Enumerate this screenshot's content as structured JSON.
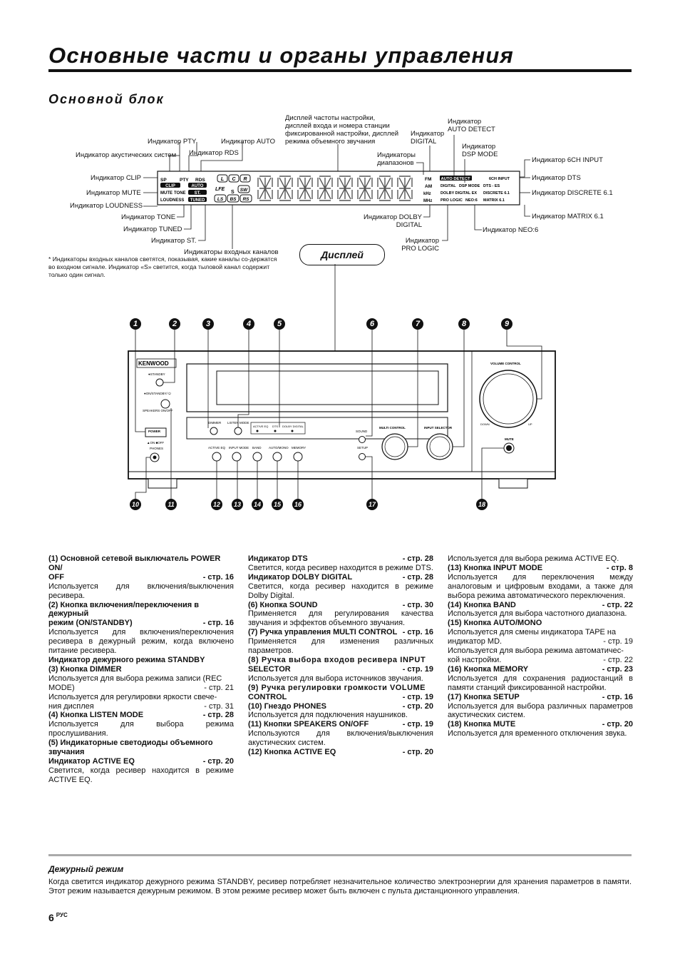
{
  "page": {
    "title": "Основные части и органы управления",
    "section": "Основной блок",
    "page_number": "6",
    "page_lang": "РУС"
  },
  "display_labels": {
    "pty": "Индикатор PTY",
    "auto": "Индикатор AUTO",
    "rds": "Индикатор RDS",
    "speakers": "Индикатор акустических систем",
    "clip": "Индикатор CLIP",
    "mute": "Индикатор MUTE",
    "loudness": "Индикатор LOUDNESS",
    "tone": "Индикатор TONE",
    "tuned": "Индикатор TUNED",
    "st": "Индикатор ST.",
    "input_channels": "Индикаторы входных каналов",
    "freq_display": [
      "Дисплей частоты настройки,",
      "дисплей входа и номера станции",
      "фиксированной настройки, дисплей",
      "режима объемного звучания"
    ],
    "digital": [
      "Индикатор",
      "DIGITAL"
    ],
    "ranges": [
      "Индикаторы",
      "диапазонов"
    ],
    "auto_detect": [
      "Индикатор",
      "AUTO DETECT"
    ],
    "dsp_mode": [
      "Индикатор",
      "DSP MODE"
    ],
    "ch6_input": "Индикатор 6CH INPUT",
    "dts": "Индикатор DTS",
    "discrete": "Индикатор DISCRETE 6.1",
    "matrix": "Индикатор MATRIX 6.1",
    "neo": "Индикатор NEO:6",
    "dolby_digital": [
      "Индикатор DOLBY",
      "DIGITAL"
    ],
    "pro_logic": [
      "Индикатор",
      "PRO LOGIC"
    ]
  },
  "note": "* Индикаторы входных каналов светятся, показывая, какие каналы со-держатся во входном сигнале. Индикатор «S» светится, когда тыловой канал содержит только один сигнал.",
  "display_callout": "Дисплей",
  "lcd": {
    "sp": "SP",
    "pty": "PTY",
    "rds": "RDS",
    "clip": "CLIP",
    "auto": "AUTO",
    "mute": "MUTE",
    "tone": "TONE",
    "st": "ST.",
    "loudness": "LOUDNESS",
    "tuned": "TUNED",
    "l": "L",
    "c": "C",
    "r": "R",
    "lfe": "LFE",
    "s": "S",
    "sw": "SW",
    "ls": "LS",
    "bs": "BS",
    "rs": "RS",
    "fm": "FM",
    "am": "AM",
    "khz": "kHz",
    "mhz": "MHz",
    "auto_detect": "AUTO DETECT",
    "digital": "DIGITAL",
    "dsp_mode": "DSP MODE",
    "dolby_digital_ex": "DOLBY DIGITAL EX",
    "pro_logic": "PRO LOGIC",
    "neo6": "NEO:6",
    "ch6_input": "6CH INPUT",
    "dts_es": "DTS - ES",
    "discrete": "DISCRETE 6.1",
    "matrix": "MATRIX 6.1"
  },
  "panel": {
    "brand": "KENWOOD",
    "standby": "●STANDBY",
    "on_standby": "●ON/STANDBY/ ⏻",
    "speakers_onoff": "SPEAKERS ON/OFF",
    "power": "POWER",
    "on_off": "▲ON ■OFF",
    "phones": "PHONES",
    "dimmer": "DIMMER",
    "listen_mode": "LISTEN MODE",
    "active_eq_led": "ACTIVE EQ",
    "dts_led": "DTS",
    "dolby_led": "DOLBY DIGITAL",
    "active_eq": "ACTIVE EQ",
    "input_mode": "INPUT MODE",
    "band": "BAND",
    "auto_mono": "AUTO/MONO",
    "memory": "MEMORY",
    "sound": "SOUND",
    "setup": "SETUP",
    "multi_control": "MULTI CONTROL",
    "input_selector": "INPUT SELECTOR",
    "volume_control": "VOLUME CONTROL",
    "down": "DOWN",
    "up": "UP",
    "mute": "MUTE"
  },
  "callouts_top": [
    "1",
    "2",
    "3",
    "4",
    "5",
    "6",
    "7",
    "8",
    "9"
  ],
  "callouts_bottom": [
    "10",
    "11",
    "12",
    "13",
    "14",
    "15",
    "16",
    "17",
    "18"
  ],
  "desc": {
    "i1_title": [
      "(1) Основной сетевой выключатель POWER ON/",
      "OFF",
      "- стр. 16"
    ],
    "i1_text": "Используется для включения/выключения ресивера.",
    "i2_title": [
      "(2) Кнопка включения/переключения в дежурный",
      "режим (ON/STANDBY)",
      "- стр. 16"
    ],
    "i2_text": "Используется для включения/переключения ресивера в дежурный режим, когда включено питание ресивера.",
    "i2b": "Индикатор дежурного режима STANDBY",
    "i3_title": "(3) Кнопка DIMMER",
    "i3_text1": [
      "Используется для выбора режима записи (REC",
      "MODE)",
      "- стр. 21"
    ],
    "i3_text2": [
      "Используется для регулировки яркости свече-",
      "ния дисплея",
      "- стр. 31"
    ],
    "i4_title": [
      "(4) Кнопка LISTEN MODE",
      "- стр. 28"
    ],
    "i4_text": "Используется для выбора режима прослушивания.",
    "i5_title": "(5) Индикаторные светодиоды объемного звучания",
    "i5b_title": [
      "Индикатор ACTIVE EQ",
      "- стр. 20"
    ],
    "i5b_text": "Светится, когда ресивер находится в режиме ACTIVE EQ.",
    "i5c_title": [
      "Индикатор DTS",
      "- стр. 28"
    ],
    "i5c_text": "Светится, когда ресивер находится в режиме DTS.",
    "i5d_title": [
      "Индикатор DOLBY DIGITAL",
      "- стр. 28"
    ],
    "i5d_text": "Светится, когда ресивер находится в режиме Dolby Digital.",
    "i6_title": [
      "(6) Кнопка SOUND",
      "- стр. 30"
    ],
    "i6_text": "Применяется для регулирования качества звучания и эффектов объемного звучания.",
    "i7_title": [
      "(7) Ручка управления MULTI CONTROL",
      "- стр. 16"
    ],
    "i7_text": "Применяется для изменения различных параметров.",
    "i8_title": [
      "(8) Ручка выбора входов ресивера INPUT",
      "SELECTOR",
      "- стр. 19"
    ],
    "i8_text": "Используется для выбора источников звучания.",
    "i9_title": [
      "(9) Ручка регулировки громкости VOLUME",
      "CONTROL",
      "- стр. 19"
    ],
    "i10_title": [
      "(10) Гнездо PHONES",
      "- стр. 20"
    ],
    "i10_text": "Используется для подключения наушников.",
    "i11_title": [
      "(11) Кнопки SPEAKERS ON/OFF",
      "- стр. 19"
    ],
    "i11_text": "Используются для включения/выключения акустических систем.",
    "i12_title": [
      "(12) Кнопка ACTIVE EQ",
      "- стр. 20"
    ],
    "i12_text": "Используется для выбора режима ACTIVE EQ.",
    "i13_title": [
      "(13) Кнопка INPUT MODE",
      "- стр. 8"
    ],
    "i13_text": "Используется для переключения между аналоговым и цифровым входами, а также для выбора режима автоматического переключения.",
    "i14_title": [
      "(14) Кнопка BAND",
      "- стр. 22"
    ],
    "i14_text": "Используется для выбора частотного диапазона.",
    "i15_title": "(15) Кнопка AUTO/MONO",
    "i15_text1": [
      "Используется для смены индикатора TAPE на",
      "индикатор MD.",
      "- стр. 19"
    ],
    "i15_text2": [
      "Используется для выбора режима автоматичес-",
      "кой настройки.",
      "- стр. 22"
    ],
    "i16_title": [
      "(16) Кнопка MEMORY",
      "- стр. 23"
    ],
    "i16_text": "Используется для сохранения радиостанций в памяти станций фиксированной настройки.",
    "i17_title": [
      "(17) Кнопка SETUP",
      "- стр. 16"
    ],
    "i17_text": "Используется для выбора различных параметров акустических систем.",
    "i18_title": [
      "(18) Кнопка MUTE",
      "- стр. 20"
    ],
    "i18_text": "Используется для временного отключения звука."
  },
  "standby": {
    "title": "Дежурный режим",
    "text": "Когда светится индикатор дежурного режима STANDBY, ресивер потребляет незначительное количество электроэнергии для хранения параметров в памяти. Этот режим называется дежурным режимом. В этом режиме ресивер может быть включен с пульта дистанционного управления."
  }
}
